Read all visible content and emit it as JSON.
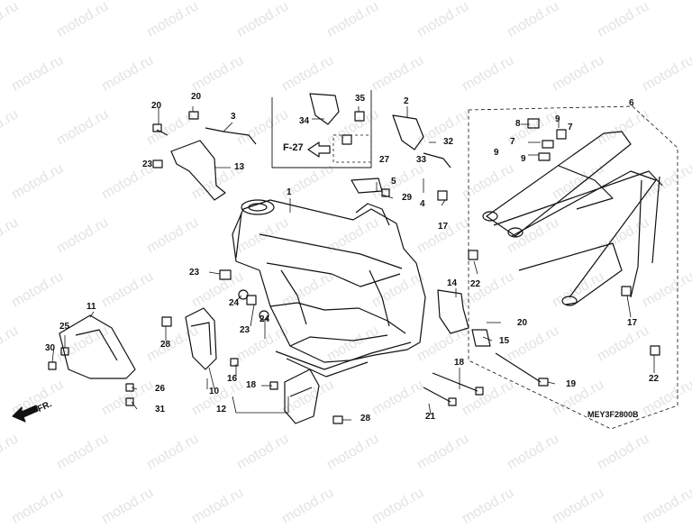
{
  "watermark": {
    "text": "motod.ru"
  },
  "diagram": {
    "reference_label": "F-27",
    "direction_label": "FR.",
    "drawing_code": "MEY3F2800B",
    "callouts": [
      {
        "id": "c20a",
        "label": "20"
      },
      {
        "id": "c20b",
        "label": "20"
      },
      {
        "id": "c3",
        "label": "3"
      },
      {
        "id": "c23a",
        "label": "23"
      },
      {
        "id": "c13",
        "label": "13"
      },
      {
        "id": "c35",
        "label": "35"
      },
      {
        "id": "c34",
        "label": "34"
      },
      {
        "id": "c2",
        "label": "2"
      },
      {
        "id": "c32",
        "label": "32"
      },
      {
        "id": "c27",
        "label": "27"
      },
      {
        "id": "c33",
        "label": "33"
      },
      {
        "id": "c5",
        "label": "5"
      },
      {
        "id": "c29",
        "label": "29"
      },
      {
        "id": "c4",
        "label": "4"
      },
      {
        "id": "c17a",
        "label": "17"
      },
      {
        "id": "c1",
        "label": "1"
      },
      {
        "id": "c6",
        "label": "6"
      },
      {
        "id": "c8",
        "label": "8"
      },
      {
        "id": "c9a",
        "label": "9"
      },
      {
        "id": "c7a",
        "label": "7"
      },
      {
        "id": "c7b",
        "label": "7"
      },
      {
        "id": "c9b",
        "label": "9"
      },
      {
        "id": "c9c",
        "label": "9"
      },
      {
        "id": "c22a",
        "label": "22"
      },
      {
        "id": "c17b",
        "label": "17"
      },
      {
        "id": "c22b",
        "label": "22"
      },
      {
        "id": "c23b",
        "label": "23"
      },
      {
        "id": "c24a",
        "label": "24"
      },
      {
        "id": "c23c",
        "label": "23"
      },
      {
        "id": "c24b",
        "label": "24"
      },
      {
        "id": "c14",
        "label": "14"
      },
      {
        "id": "c20c",
        "label": "20"
      },
      {
        "id": "c15",
        "label": "15"
      },
      {
        "id": "c11",
        "label": "11"
      },
      {
        "id": "c25",
        "label": "25"
      },
      {
        "id": "c30",
        "label": "30"
      },
      {
        "id": "c28a",
        "label": "28"
      },
      {
        "id": "c16",
        "label": "16"
      },
      {
        "id": "c10",
        "label": "10"
      },
      {
        "id": "c26",
        "label": "26"
      },
      {
        "id": "c31",
        "label": "31"
      },
      {
        "id": "c18a",
        "label": "18"
      },
      {
        "id": "c12",
        "label": "12"
      },
      {
        "id": "c28b",
        "label": "28"
      },
      {
        "id": "c18b",
        "label": "18"
      },
      {
        "id": "c21",
        "label": "21"
      },
      {
        "id": "c19",
        "label": "19"
      }
    ]
  }
}
